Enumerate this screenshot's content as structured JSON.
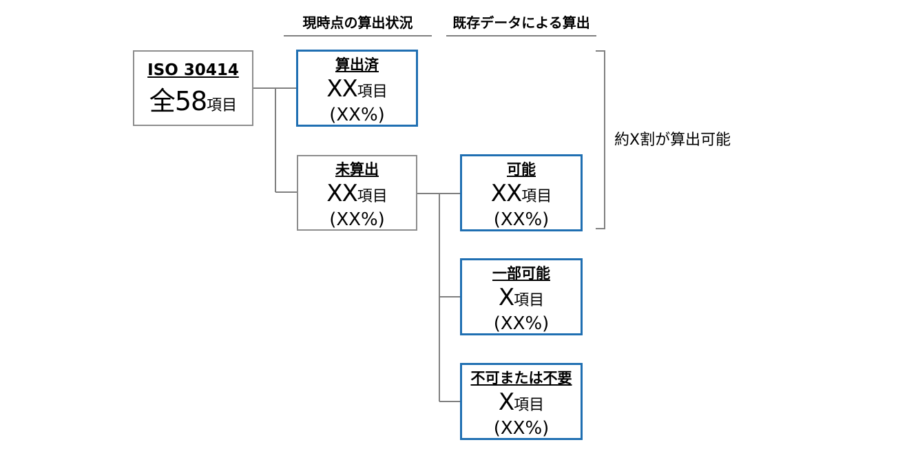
{
  "headers": {
    "current_status": "現時点の算出状況",
    "existing_data": "既存データによる算出"
  },
  "root": {
    "title": "ISO 30414",
    "prefix": "全",
    "count": "58",
    "unit": "項目"
  },
  "calculated": {
    "title": "算出済",
    "count": "XX",
    "unit": "項目",
    "percent": "(XX%)"
  },
  "uncalculated": {
    "title": "未算出",
    "count": "XX",
    "unit": "項目",
    "percent": "(XX%)"
  },
  "possible": {
    "title": "可能",
    "count": "XX",
    "unit": "項目",
    "percent": "(XX%)"
  },
  "partial": {
    "title": "一部可能",
    "count": "X",
    "unit": "項目",
    "percent": "(XX%)"
  },
  "impossible": {
    "title": "不可または不要",
    "count": "X",
    "unit": "項目",
    "percent": "(XX%)"
  },
  "summary": "約X割が算出可能",
  "colors": {
    "highlight_border": "#1f6fb2",
    "normal_border": "#8c8c8c",
    "connector": "#7f7f7f"
  }
}
